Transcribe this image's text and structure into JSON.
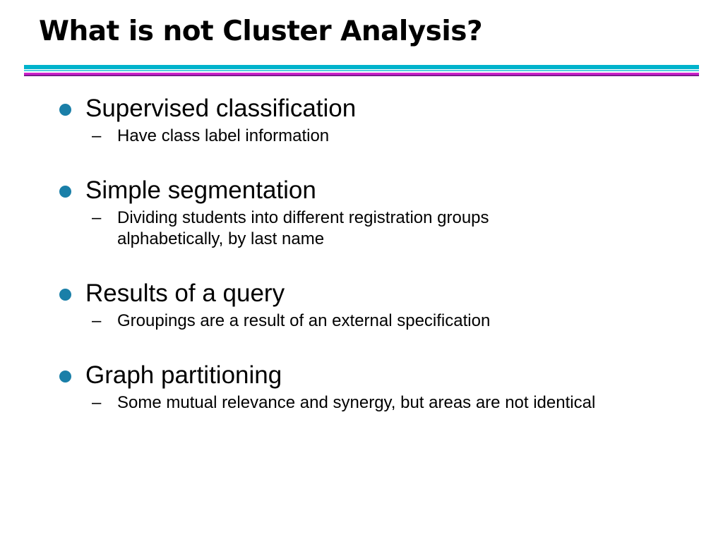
{
  "slide": {
    "title": "What is not Cluster Analysis?",
    "bullets": [
      {
        "text": "Supervised classification",
        "subs": [
          "Have class label information"
        ]
      },
      {
        "text": "Simple segmentation",
        "subs": [
          "Dividing students into different registration groups alphabetically, by last name"
        ]
      },
      {
        "text": "Results of a query",
        "subs": [
          "Groupings are a result of an external specification"
        ]
      },
      {
        "text": "Graph partitioning",
        "subs": [
          "Some mutual relevance and synergy, but areas are not identical"
        ]
      }
    ],
    "sub_marker": "–"
  },
  "colors": {
    "bullet": "#1a7fa8",
    "rule_cyan": "#00b3cc",
    "rule_magenta": "#cc22cc",
    "rule_purple": "#7a1a8a"
  }
}
